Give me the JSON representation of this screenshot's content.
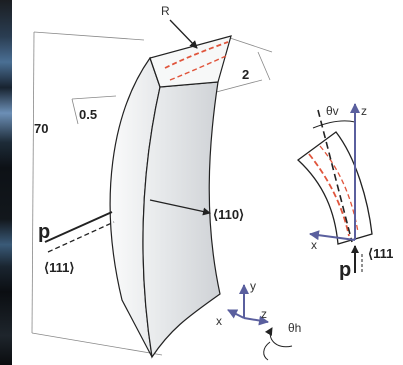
{
  "labels": {
    "radius": "R",
    "thickness": "2",
    "edge_offset": "0.5",
    "length": "70",
    "axis_110": "⟨110⟩",
    "axis_111_left": "⟨111⟩",
    "momentum_left": "p",
    "momentum_right": "p",
    "axis_111_right": "⟨111",
    "theta_v": "θv",
    "theta_h": "θh",
    "axis_z": "z",
    "axis_x": "x",
    "axis_y": "y",
    "frame_x": "x",
    "frame_z": "z"
  },
  "colors": {
    "crystal_face": "#f2f3f4",
    "crystal_side": "#d9dbde",
    "bent_plane_dashed": "#e0553c",
    "axis_arrow": "#5a5f9e",
    "outline": "#222222"
  }
}
